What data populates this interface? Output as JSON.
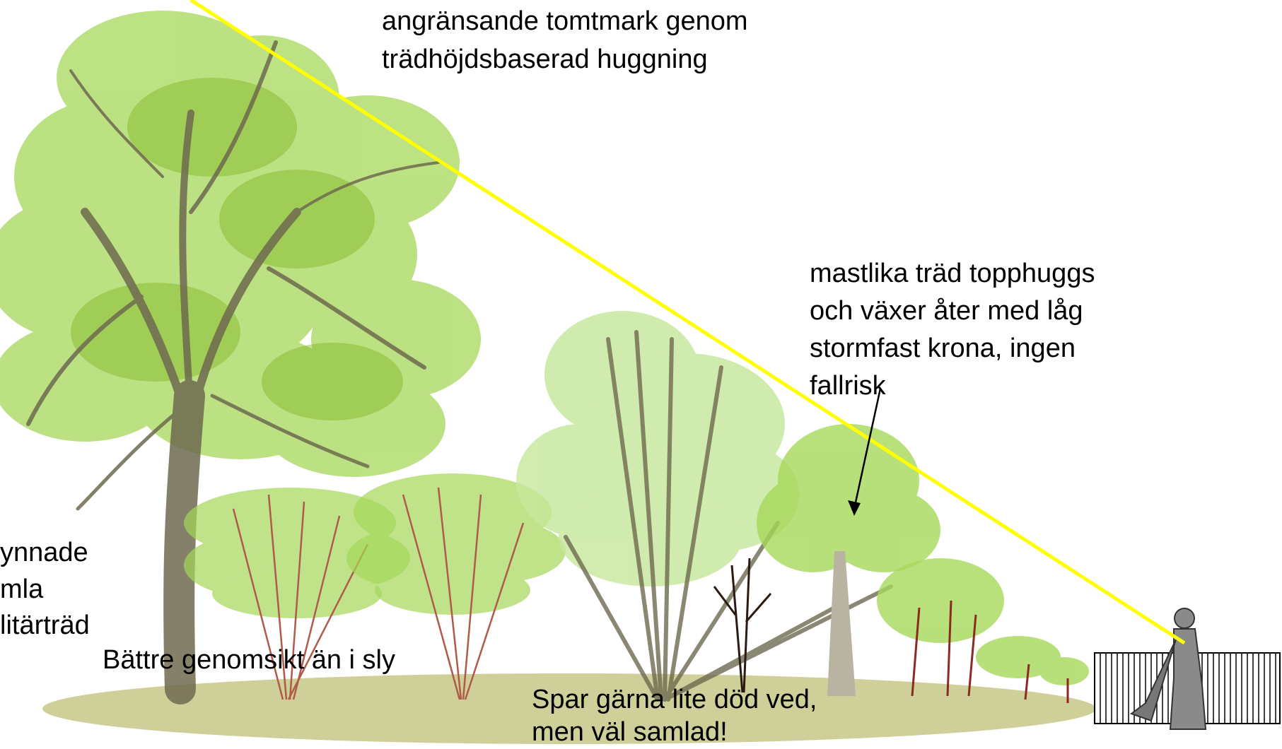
{
  "labels": {
    "top_line1": "angränsande tomtmark genom",
    "top_line2": "trädhöjdsbaserad huggning",
    "mast_line1": "mastlika träd topphuggs",
    "mast_line2": "och växer åter med låg",
    "mast_line3": "stormfast krona, ingen",
    "mast_line4": "fallrisk",
    "left_line1": "ynnade",
    "left_line2": "mla",
    "left_line3": "litärträd",
    "visibility": "Bättre genomsikt än i sly",
    "deadwood_line1": "Spar gärna lite död ved,",
    "deadwood_line2": "men väl samlad!"
  },
  "colors": {
    "height_line": "#ffff00",
    "ground": "#cfcf9a",
    "foliage_light": "#c5e79a",
    "foliage_mid": "#a6d85a",
    "foliage_dark": "#7fb51f",
    "trunk": "#6e6a4f",
    "branch_red": "#b05a4a",
    "person": "#8a8a8a"
  }
}
